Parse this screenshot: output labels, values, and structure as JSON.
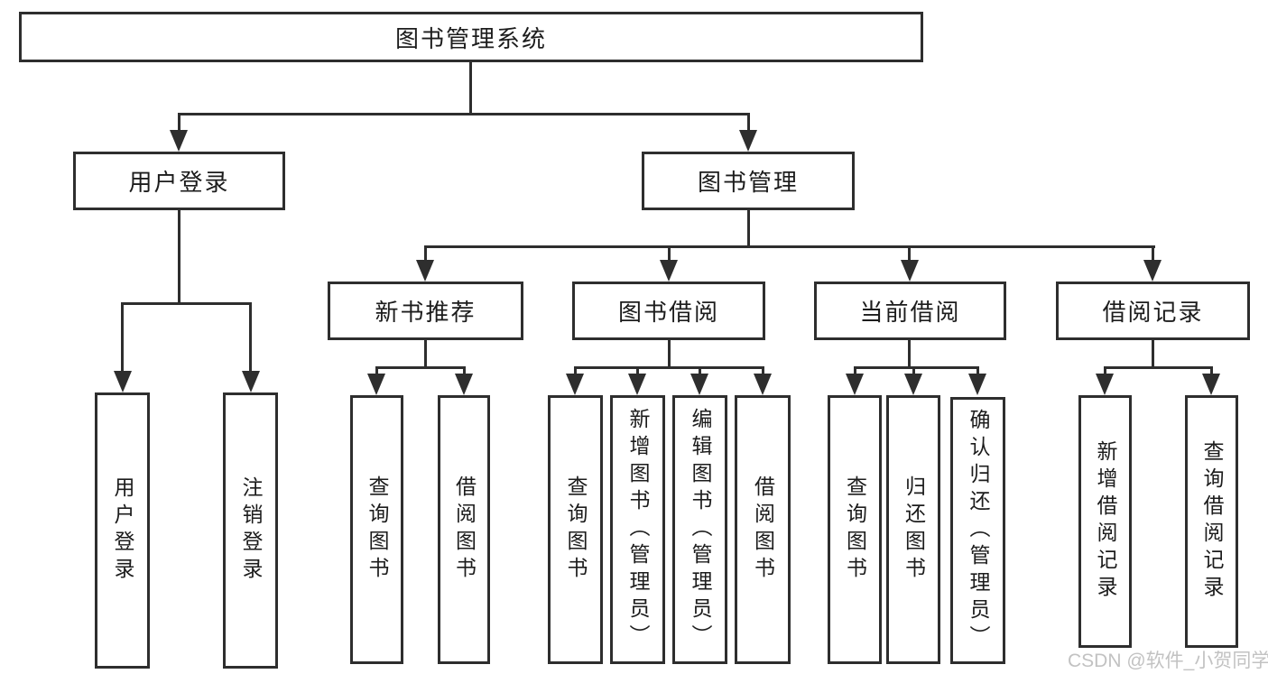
{
  "style": {
    "background": "#ffffff",
    "line_color": "#2e2e2e",
    "box_border_color": "#2e2e2e",
    "text_color": "#1c1c1c",
    "watermark_color": "#c2c2c2"
  },
  "watermark": "CSDN @软件_小贺同学",
  "tree": {
    "root": {
      "label": "图书管理系统"
    },
    "branches": [
      {
        "label": "用户登录",
        "leaves": [
          {
            "label": "用户登录"
          },
          {
            "label": "注销登录"
          }
        ]
      },
      {
        "label": "图书管理",
        "groups": [
          {
            "label": "新书推荐",
            "leaves": [
              {
                "label": "查询图书"
              },
              {
                "label": "借阅图书"
              }
            ]
          },
          {
            "label": "图书借阅",
            "leaves": [
              {
                "label": "查询图书"
              },
              {
                "label": "新增图书（管理员）"
              },
              {
                "label": "编辑图书（管理员）"
              },
              {
                "label": "借阅图书"
              }
            ]
          },
          {
            "label": "当前借阅",
            "leaves": [
              {
                "label": "查询图书"
              },
              {
                "label": "归还图书"
              },
              {
                "label": "确认归还（管理员）"
              }
            ]
          },
          {
            "label": "借阅记录",
            "leaves": [
              {
                "label": "新增借阅记录"
              },
              {
                "label": "查询借阅记录"
              }
            ]
          }
        ]
      }
    ]
  }
}
